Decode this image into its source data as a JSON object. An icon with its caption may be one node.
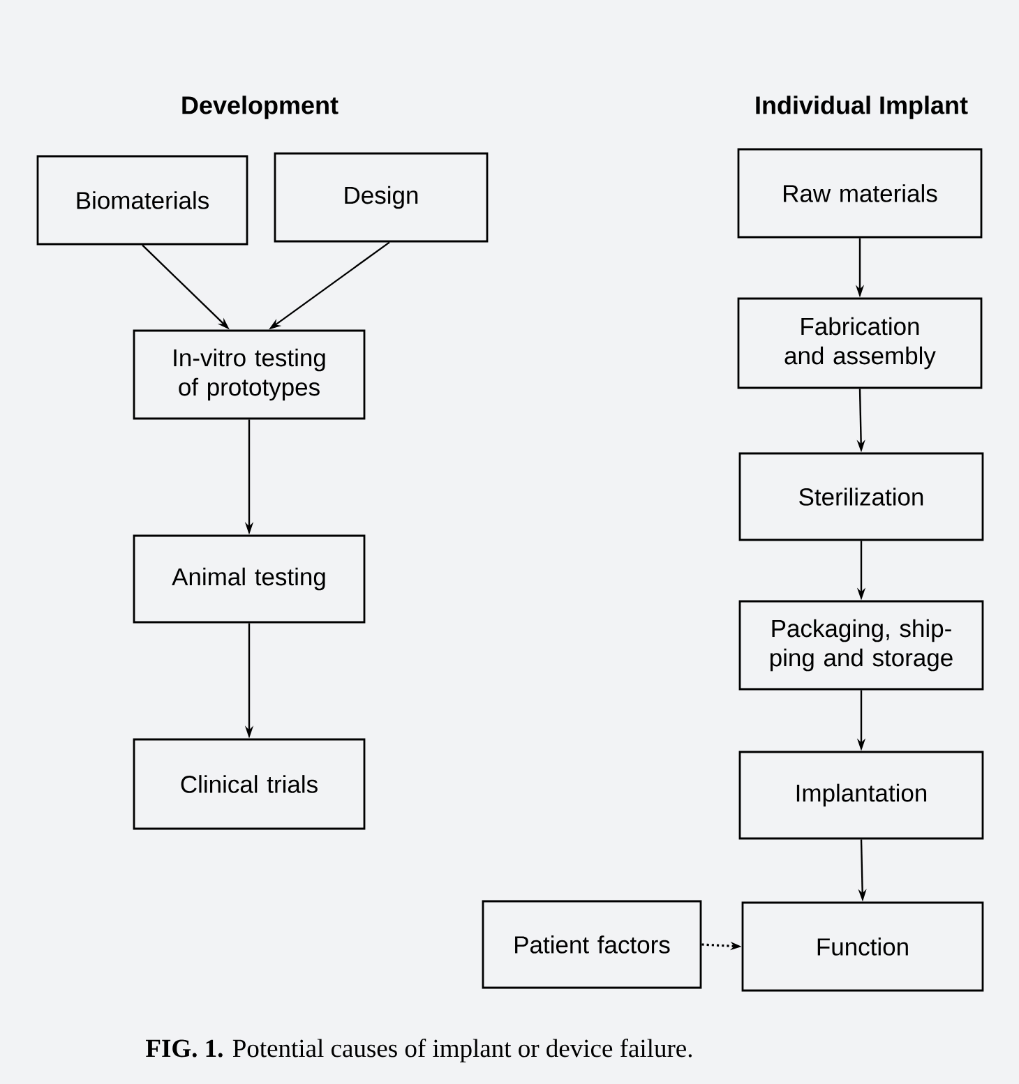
{
  "diagram": {
    "caption": "**FIG. 1.** Potential causes of implant or device failure.",
    "nodes": [
      {
        "text": [
          "Biomaterials"
        ]
      },
      {
        "text": [
          "Design"
        ]
      },
      {
        "text": [
          "In-vitro testing of prototypes"
        ]
      },
      {
        "text": [
          "Animal testing"
        ]
      },
      {
        "text": [
          "Clinical trials"
        ]
      },
      {
        "text": [
          "Raw materials"
        ]
      },
      {
        "text": [
          "Fabrication and assembly"
        ]
      },
      {
        "text": [
          "Sterilization"
        ]
      },
      {
        "text": [
          "Packaging, ship- ping and storage"
        ]
      },
      {
        "text": [
          "Implantation"
        ]
      },
      {
        "text": [
          "Patient factors"
        ]
      },
      {
        "text": [
          "Function"
        ]
      }
    ],
    "edges": [
      {
        "from": 0,
        "to": 2,
        "arrow": "to"
      },
      {
        "from": 1,
        "to": 2,
        "arrow": "to"
      },
      {
        "from": 2,
        "to": 3,
        "arrow": "to"
      },
      {
        "from": 3,
        "to": 4,
        "arrow": "to"
      },
      {
        "from": 5,
        "to": 6,
        "arrow": "to"
      },
      {
        "from": 6,
        "to": 7,
        "arrow": "to"
      },
      {
        "from": 7,
        "to": 8,
        "arrow": "to"
      },
      {
        "from": 8,
        "to": 9,
        "arrow": "to"
      },
      {
        "from": 9,
        "to": 11,
        "arrow": "to"
      },
      {
        "from": 10,
        "to": 11,
        "arrow": "to",
        "style": "dashed"
      }
    ],
    "labels": [
      "Development",
      "Individual Implant"
    ]
  }
}
